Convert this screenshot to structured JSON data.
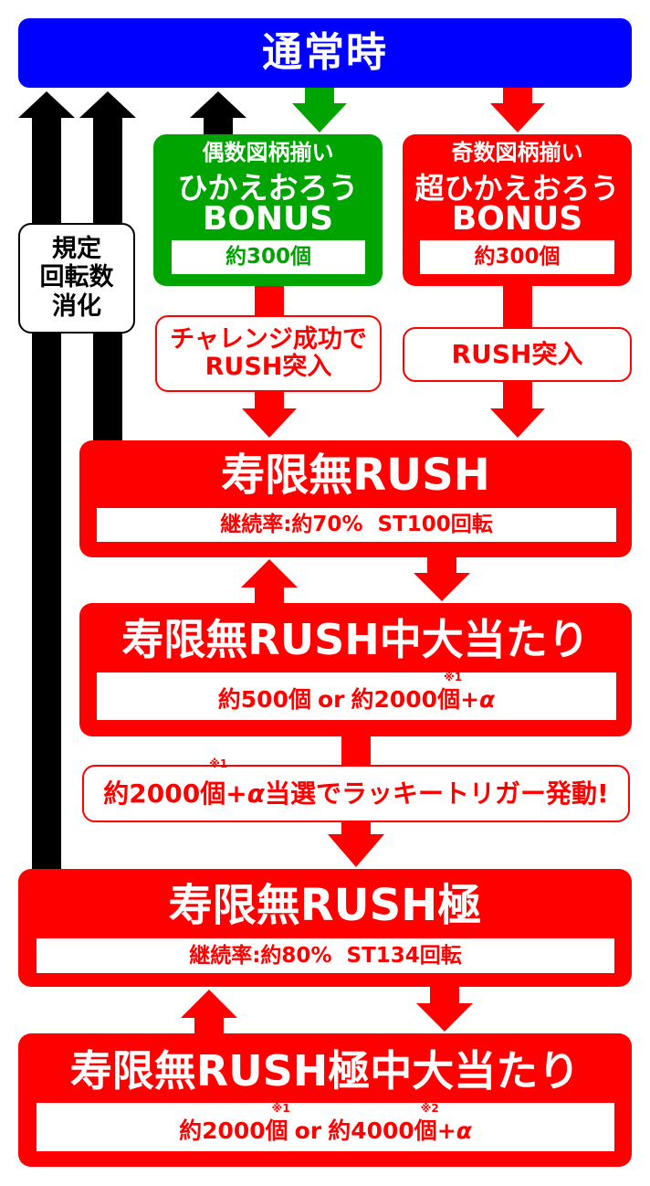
{
  "colors": {
    "normal_blue": "#0000FF",
    "even_green": "#00A400",
    "rush_red": "#FF0000",
    "return_black": "#000000"
  },
  "normal_state": {
    "title": "通常時"
  },
  "return_label": {
    "lines": [
      "規定",
      "回転数",
      "消化"
    ]
  },
  "even_bonus": {
    "condition": "偶数図柄揃い",
    "name_line1": "ひかえおろう",
    "name_line2": "BONUS",
    "payout": "約300個"
  },
  "odd_bonus": {
    "condition": "奇数図柄揃い",
    "name_line1": "超ひかえおろう",
    "name_line2": "BONUS",
    "payout": "約300個"
  },
  "even_transition": {
    "lines": [
      "チャレンジ成功で",
      "RUSH突入"
    ]
  },
  "odd_transition": {
    "label": "RUSH突入"
  },
  "rush": {
    "title": "寿限無RUSH",
    "details": "継続率:約70%  ST100回転"
  },
  "rush_hit": {
    "title": "寿限無RUSH中大当たり",
    "payout": {
      "a": "約500個",
      "or": "or",
      "b": "約2000個",
      "b_note": "※1",
      "plus": "+",
      "alpha": "α"
    }
  },
  "lucky_trigger": {
    "amount": "約2000個",
    "note": "※1",
    "plus": "+",
    "alpha": "α",
    "rest": "当選でラッキートリガー発動!"
  },
  "rush_kiwami": {
    "title": "寿限無RUSH極",
    "details": "継続率:約80%  ST134回転"
  },
  "rush_kiwami_hit": {
    "title": "寿限無RUSH極中大当たり",
    "payout": {
      "a": "約2000個",
      "a_note": "※1",
      "or": "or",
      "b": "約4000個",
      "b_note": "※2",
      "plus": "+",
      "alpha": "α"
    }
  }
}
